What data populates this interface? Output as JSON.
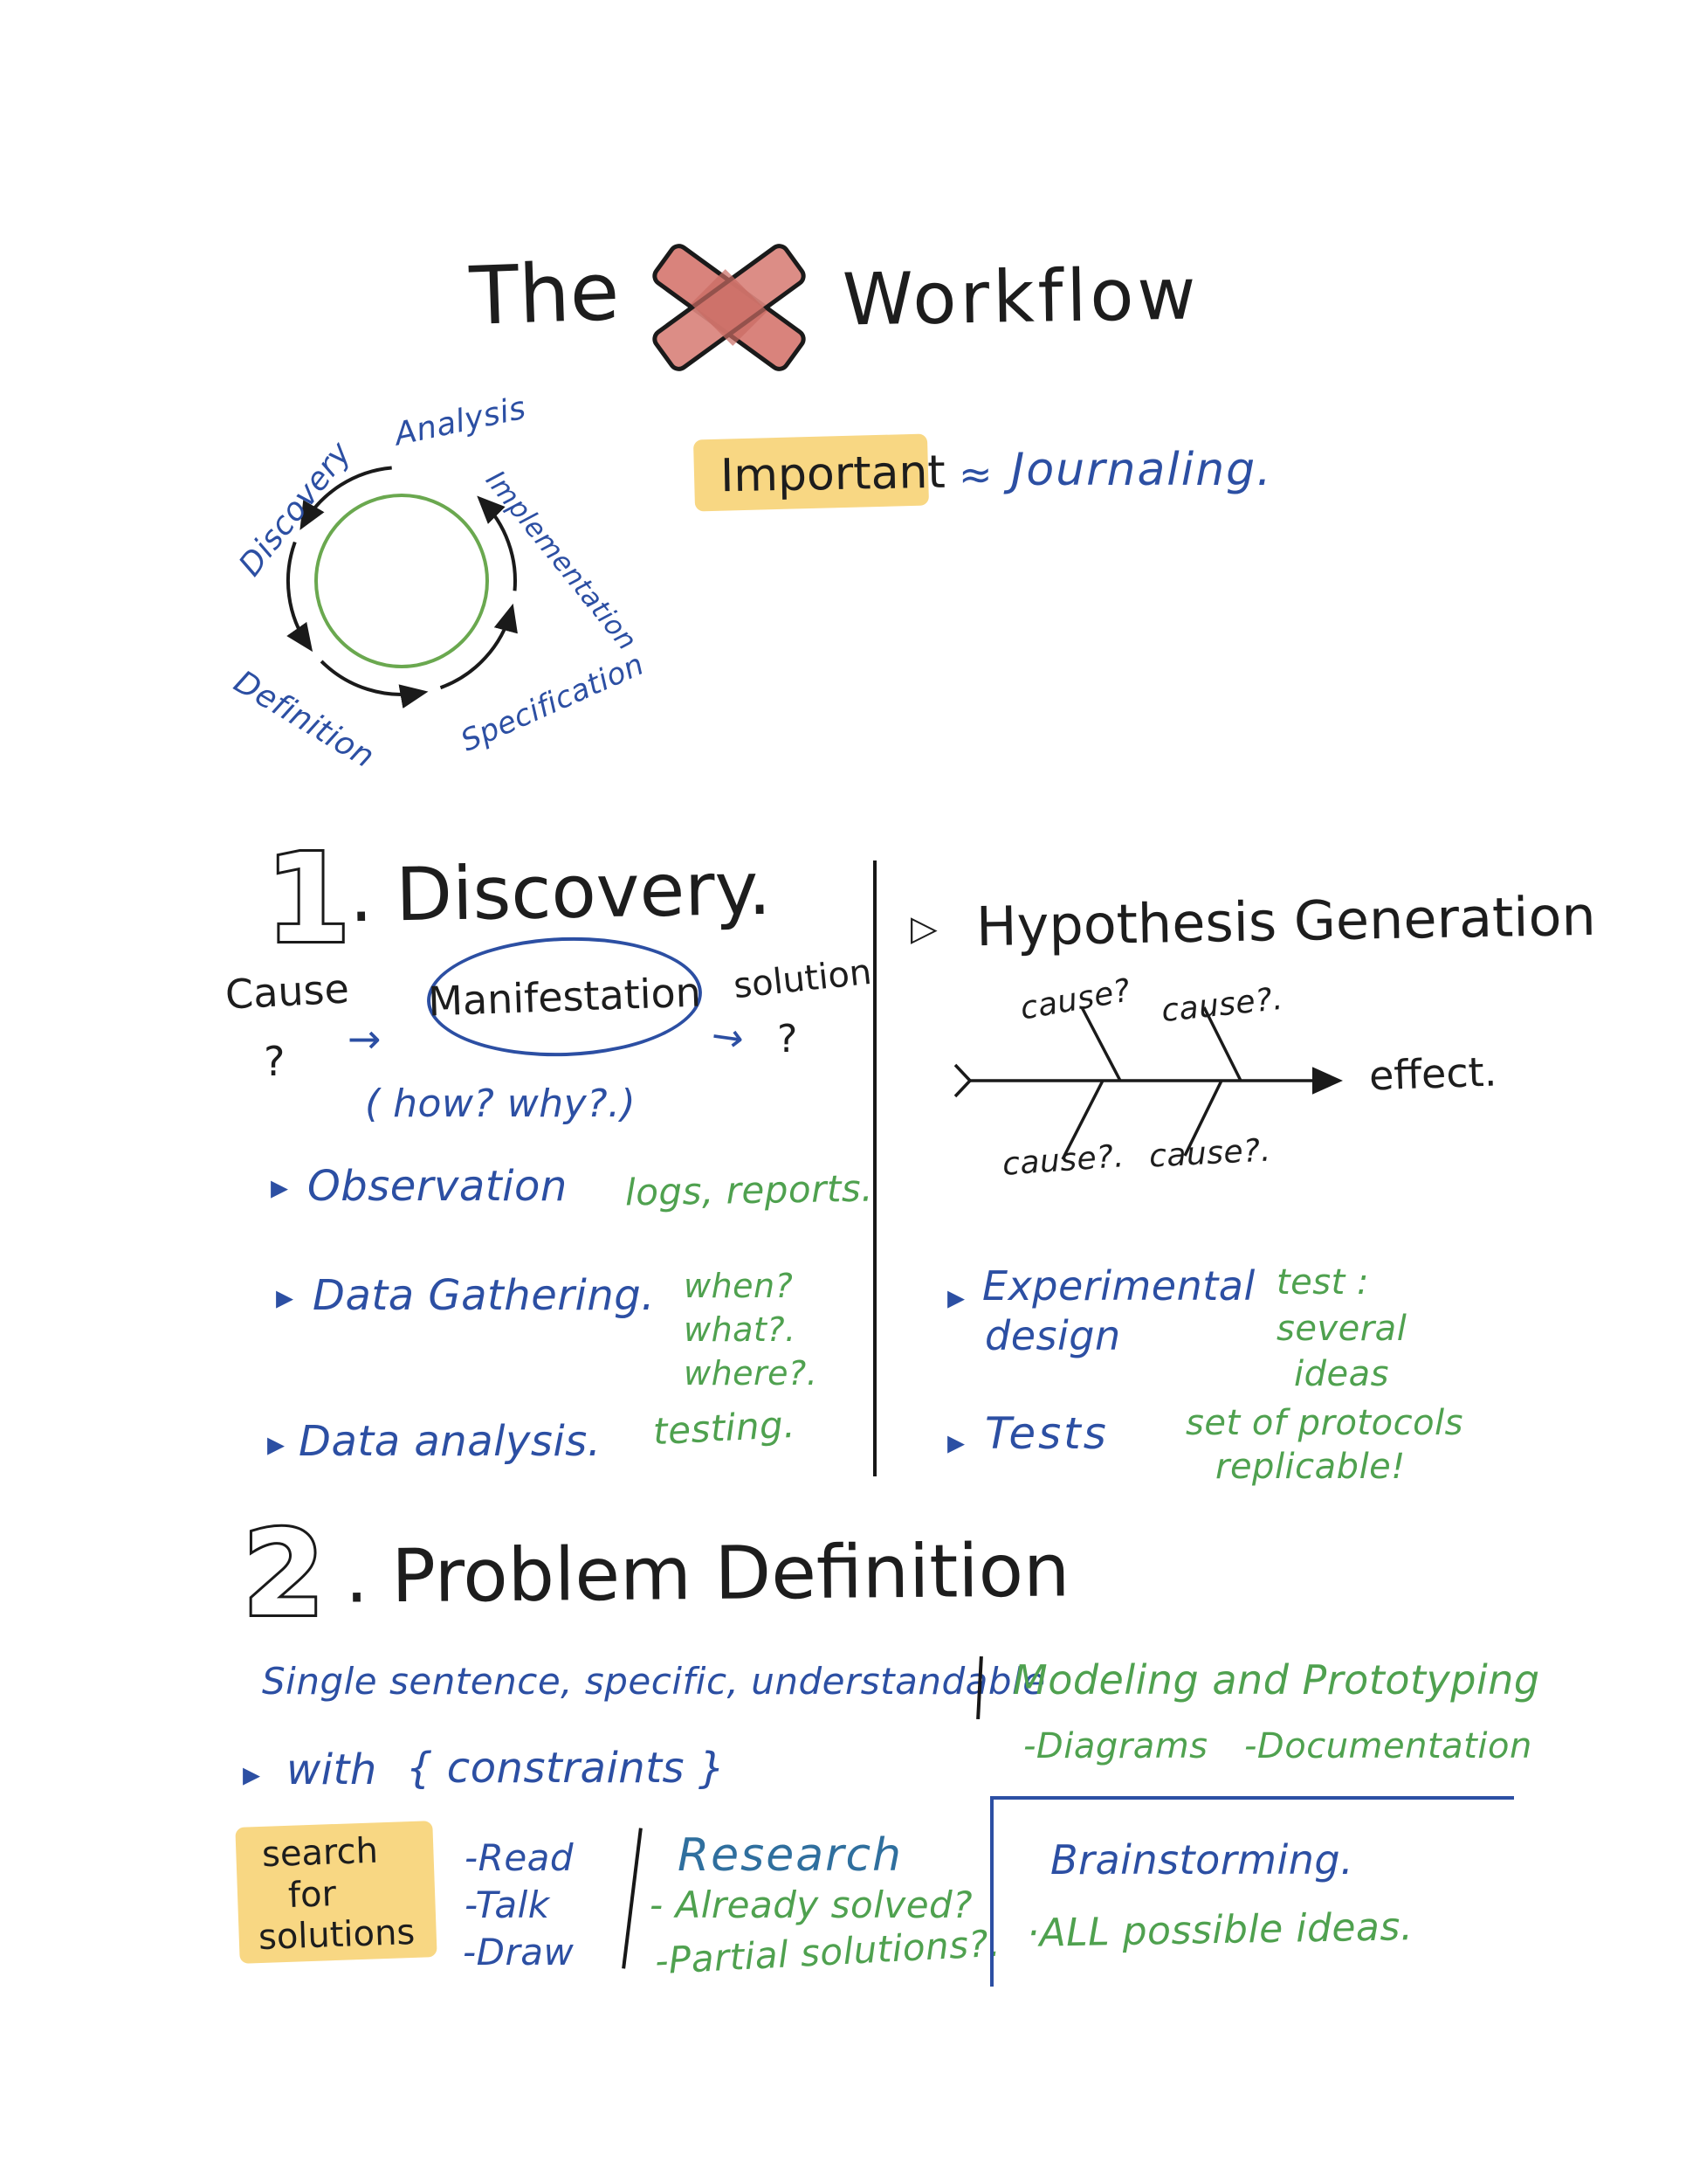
{
  "colors": {
    "ink": "#1d1d1d",
    "blue": "#2c4fa3",
    "green": "#4fa14f",
    "teal": "#2f6f9e",
    "highlight": "#f8d783",
    "red_x_fill": "#d9837c",
    "cycle_circle_green": "#6aa84f"
  },
  "icons": {
    "bullet": "▸",
    "tri_outline": "▷",
    "arrow_right": "→",
    "approx": "≈"
  },
  "title": {
    "pre": "The",
    "post": "Workflow"
  },
  "cycle": {
    "labels": {
      "top": "Analysis",
      "right": "Implementation",
      "bottom_right": "Specification",
      "bottom_left": "Definition",
      "left": "Discovery"
    }
  },
  "important": {
    "label": "Important",
    "note": "Journaling."
  },
  "section1": {
    "number": "1",
    "title": ". Discovery.",
    "flow": {
      "cause": "Cause",
      "cause_q": "?",
      "manifestation": "Manifestation",
      "solution": "solution",
      "solution_q": "?",
      "hint": "( how?  why?.)"
    },
    "bullets": [
      {
        "label": "Observation",
        "note": "logs, reports."
      },
      {
        "label": "Data  Gathering."
      },
      {
        "label": "Data  analysis.",
        "note": "testing."
      }
    ],
    "gathering_notes": [
      "when?",
      "what?.",
      "where?."
    ],
    "hypothesis": {
      "heading": "Hypothesis  Generation",
      "effect": "effect.",
      "causes": [
        "cause?",
        "cause?.",
        "cause?.",
        "cause?."
      ],
      "experimental": {
        "line1": "Experimental",
        "line2": "design",
        "notes": [
          "test  :",
          "several",
          "ideas"
        ]
      },
      "tests": {
        "label": "Tests",
        "notes": [
          "set of  protocols",
          "replicable!"
        ]
      }
    }
  },
  "section2": {
    "number": "2",
    "title": ". Problem  Definition",
    "subtitle": "Single  sentence,  specific,  understandable",
    "constraints_lead": "with",
    "constraints": "{ constraints }",
    "search_box": [
      "search",
      "for",
      "solutions"
    ],
    "methods": [
      "-Read",
      "-Talk",
      "-Draw"
    ],
    "research": {
      "title": "Research",
      "items": [
        "- Already  solved?",
        "-Partial  solutions?."
      ]
    },
    "modeling": {
      "title": "Modeling  and  Prototyping",
      "items": [
        "-Diagrams",
        "-Documentation"
      ]
    },
    "brainstorming": {
      "title": "Brainstorming.",
      "note": "·ALL  possible  ideas."
    }
  }
}
